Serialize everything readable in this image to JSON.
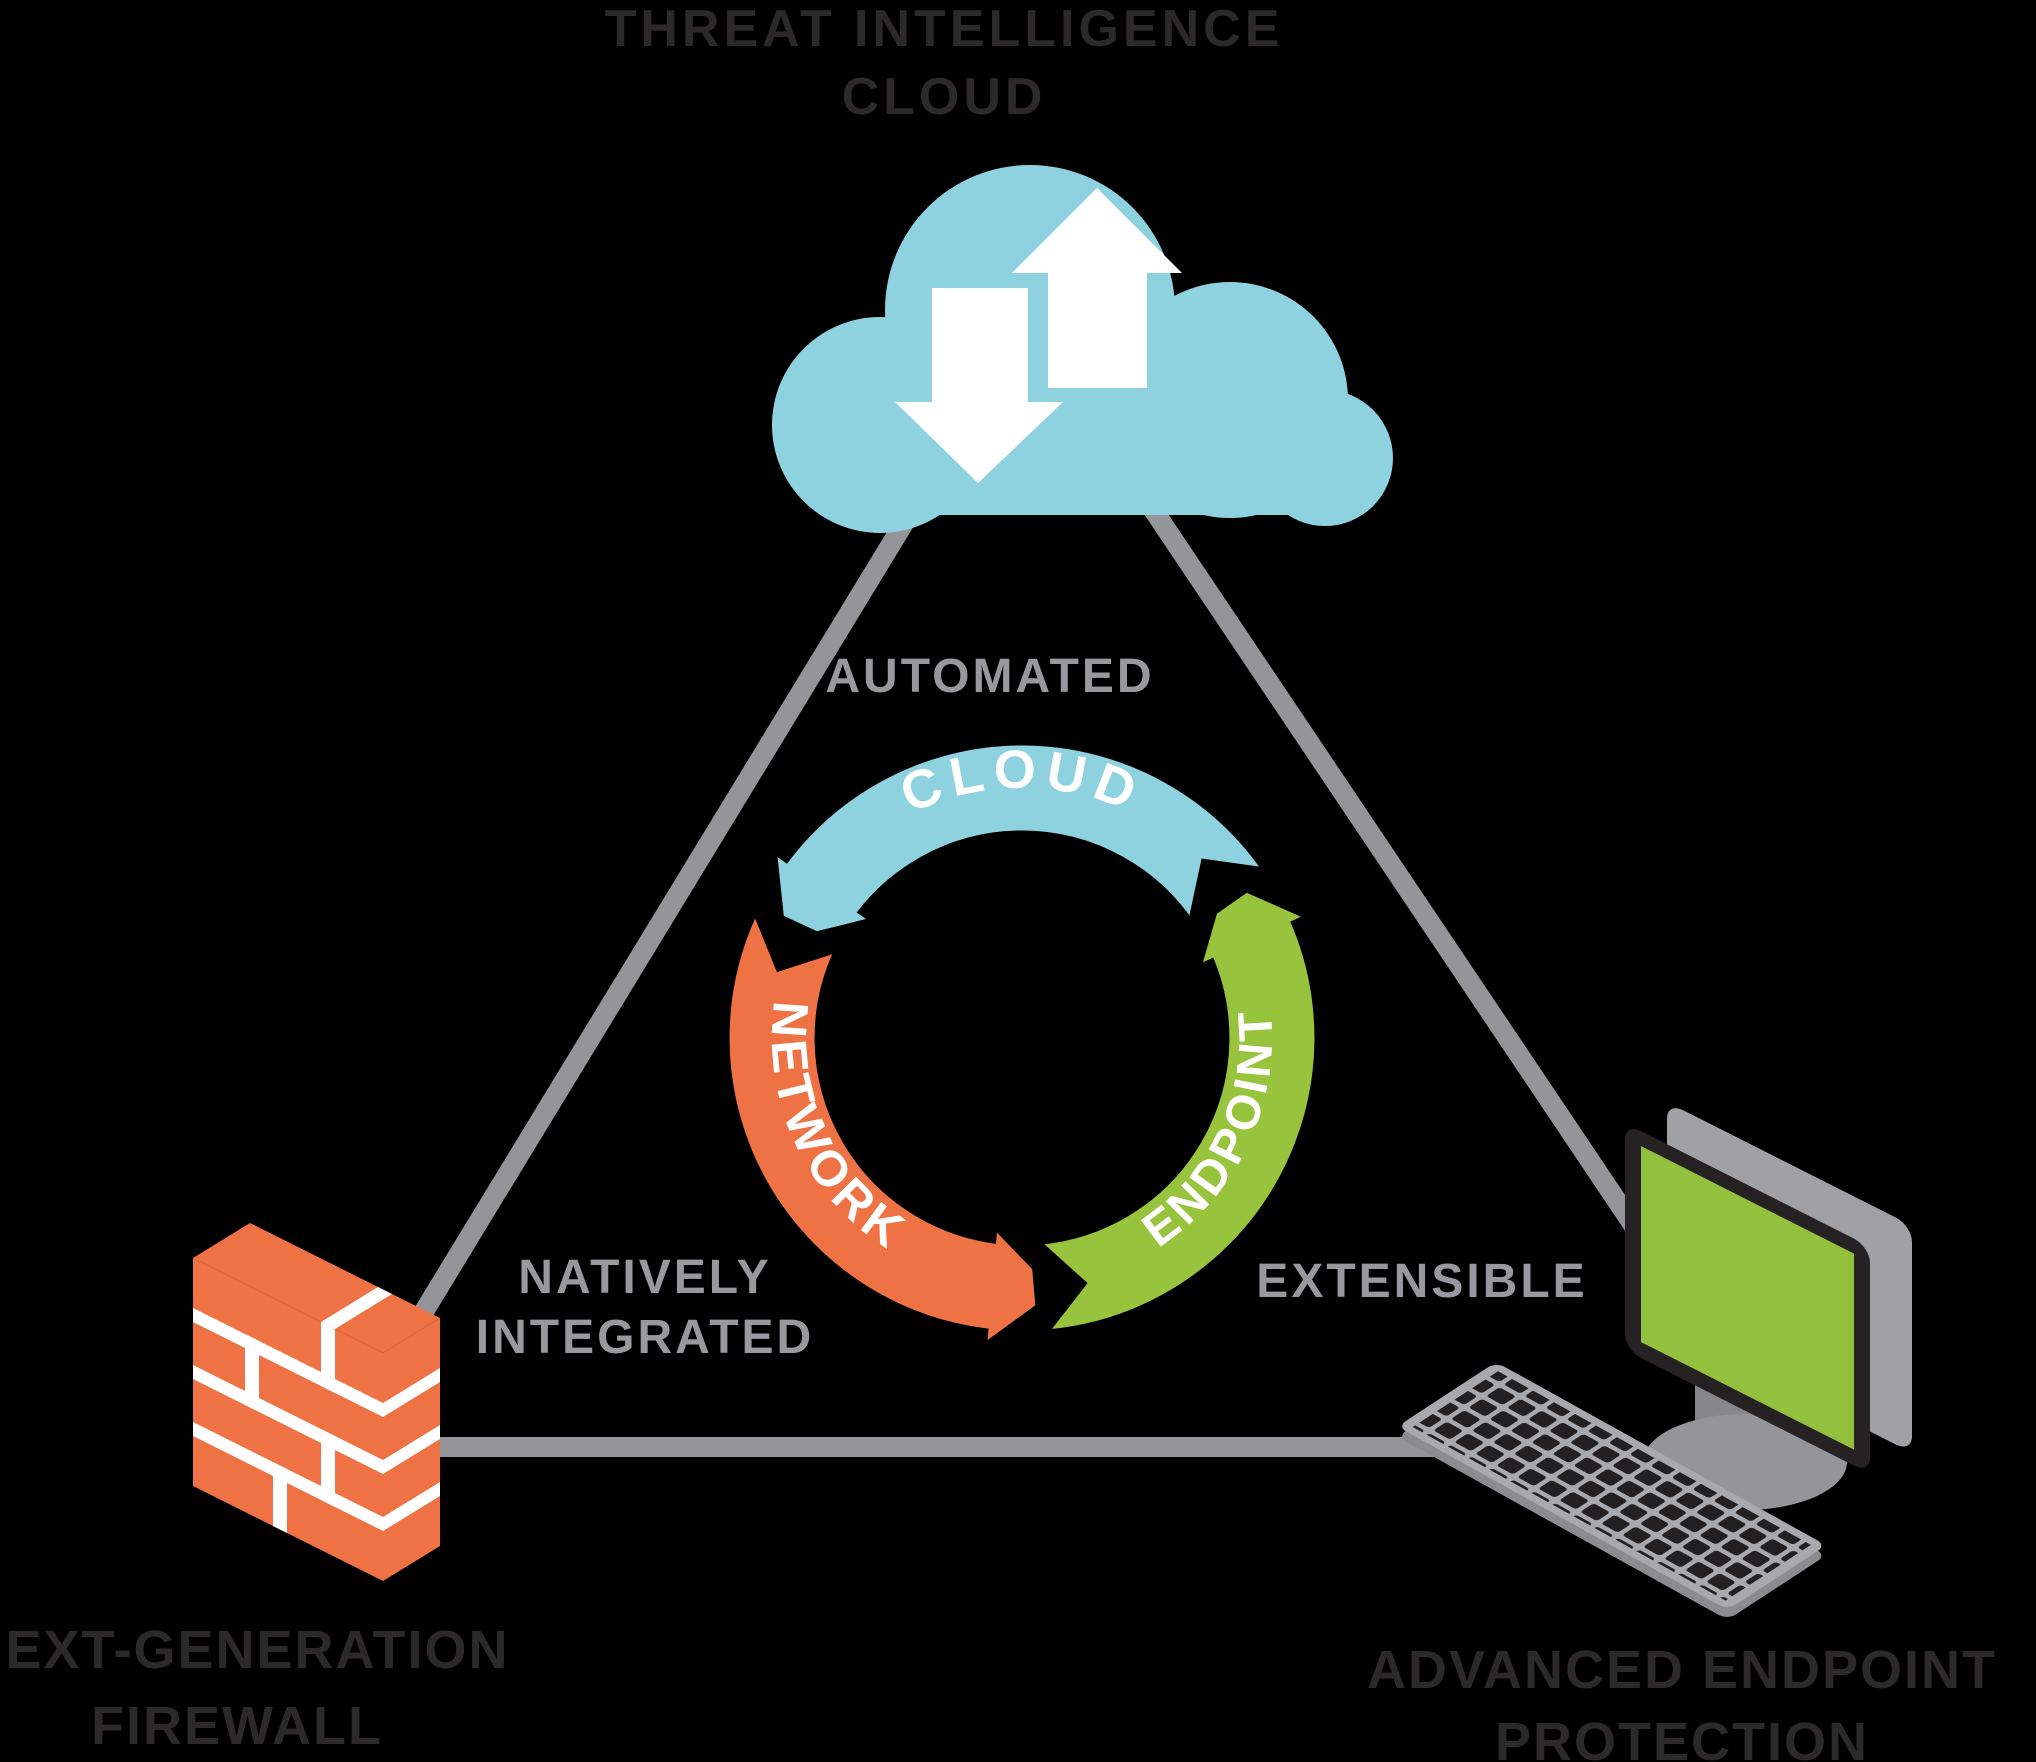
{
  "diagram": {
    "title": {
      "line1": "THREAT INTELLIGENCE",
      "line2": "CLOUD"
    },
    "nodes": {
      "top": {
        "name": "threat-intelligence-cloud",
        "icon": "cloud-sync-icon"
      },
      "bottom_left": {
        "label_line1": "NEXT-GENERATION",
        "label_line2": "FIREWALL",
        "icon": "firewall-brick-wall-icon"
      },
      "bottom_right": {
        "label_line1": "ADVANCED ENDPOINT",
        "label_line2": "PROTECTION",
        "icon": "desktop-computer-icon"
      }
    },
    "edge_labels": {
      "top_right_edge": "AUTOMATED",
      "left_edge_line1": "NATIVELY",
      "left_edge_line2": "INTEGRATED",
      "right_edge": "EXTENSIBLE"
    },
    "cycle": {
      "direction": "counterclockwise",
      "segments": [
        {
          "label": "CLOUD",
          "color": "#8ED2DF"
        },
        {
          "label": "NETWORK",
          "color": "#EE7243"
        },
        {
          "label": "ENDPOINT",
          "color": "#97C33D"
        }
      ]
    },
    "colors": {
      "background": "#000000",
      "edge_line_gray": "#939598",
      "edge_label_gray": "#97999C",
      "node_label_dark": "#2B292A",
      "cloud_blue": "#8ED2DF",
      "network_orange": "#EE7243",
      "endpoint_green": "#97C33D",
      "arrow_white": "#FFFFFF",
      "firewall_orange": "#EE7243",
      "monitor_bezel": "#262223",
      "monitor_screen_green": "#93C13E",
      "monitor_back_gray": "#9FA1A4",
      "stand_gray": "#939598",
      "keyboard_gray": "#A7A9AC",
      "keyboard_key_dark": "#232021"
    }
  }
}
